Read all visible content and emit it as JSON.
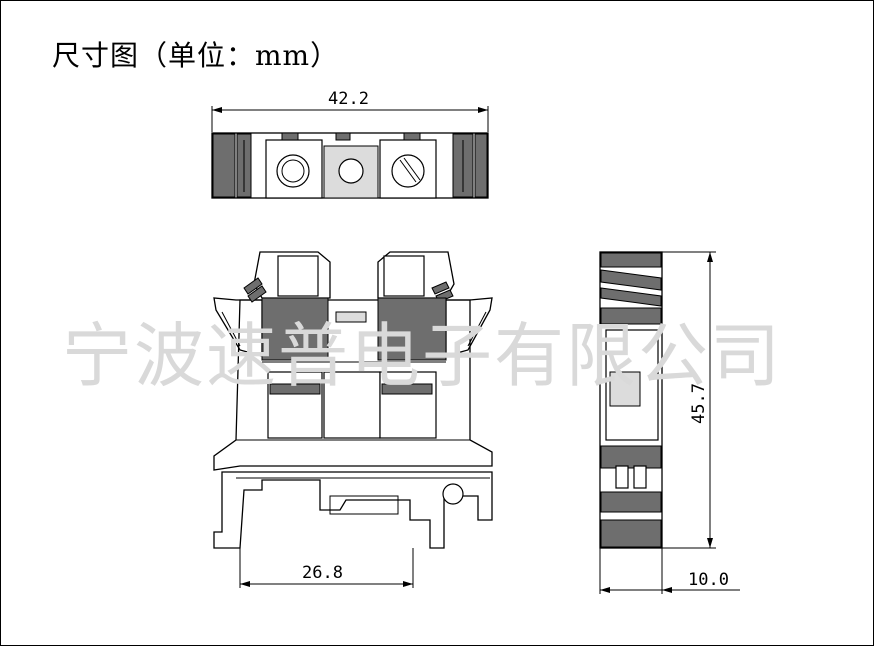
{
  "title": "尺寸图（单位：mm）",
  "watermark": "宁波速普电子有限公司",
  "dimensions": {
    "top_width": "42.2",
    "rail_width": "26.8",
    "height": "45.7",
    "side_width": "10.0"
  }
}
